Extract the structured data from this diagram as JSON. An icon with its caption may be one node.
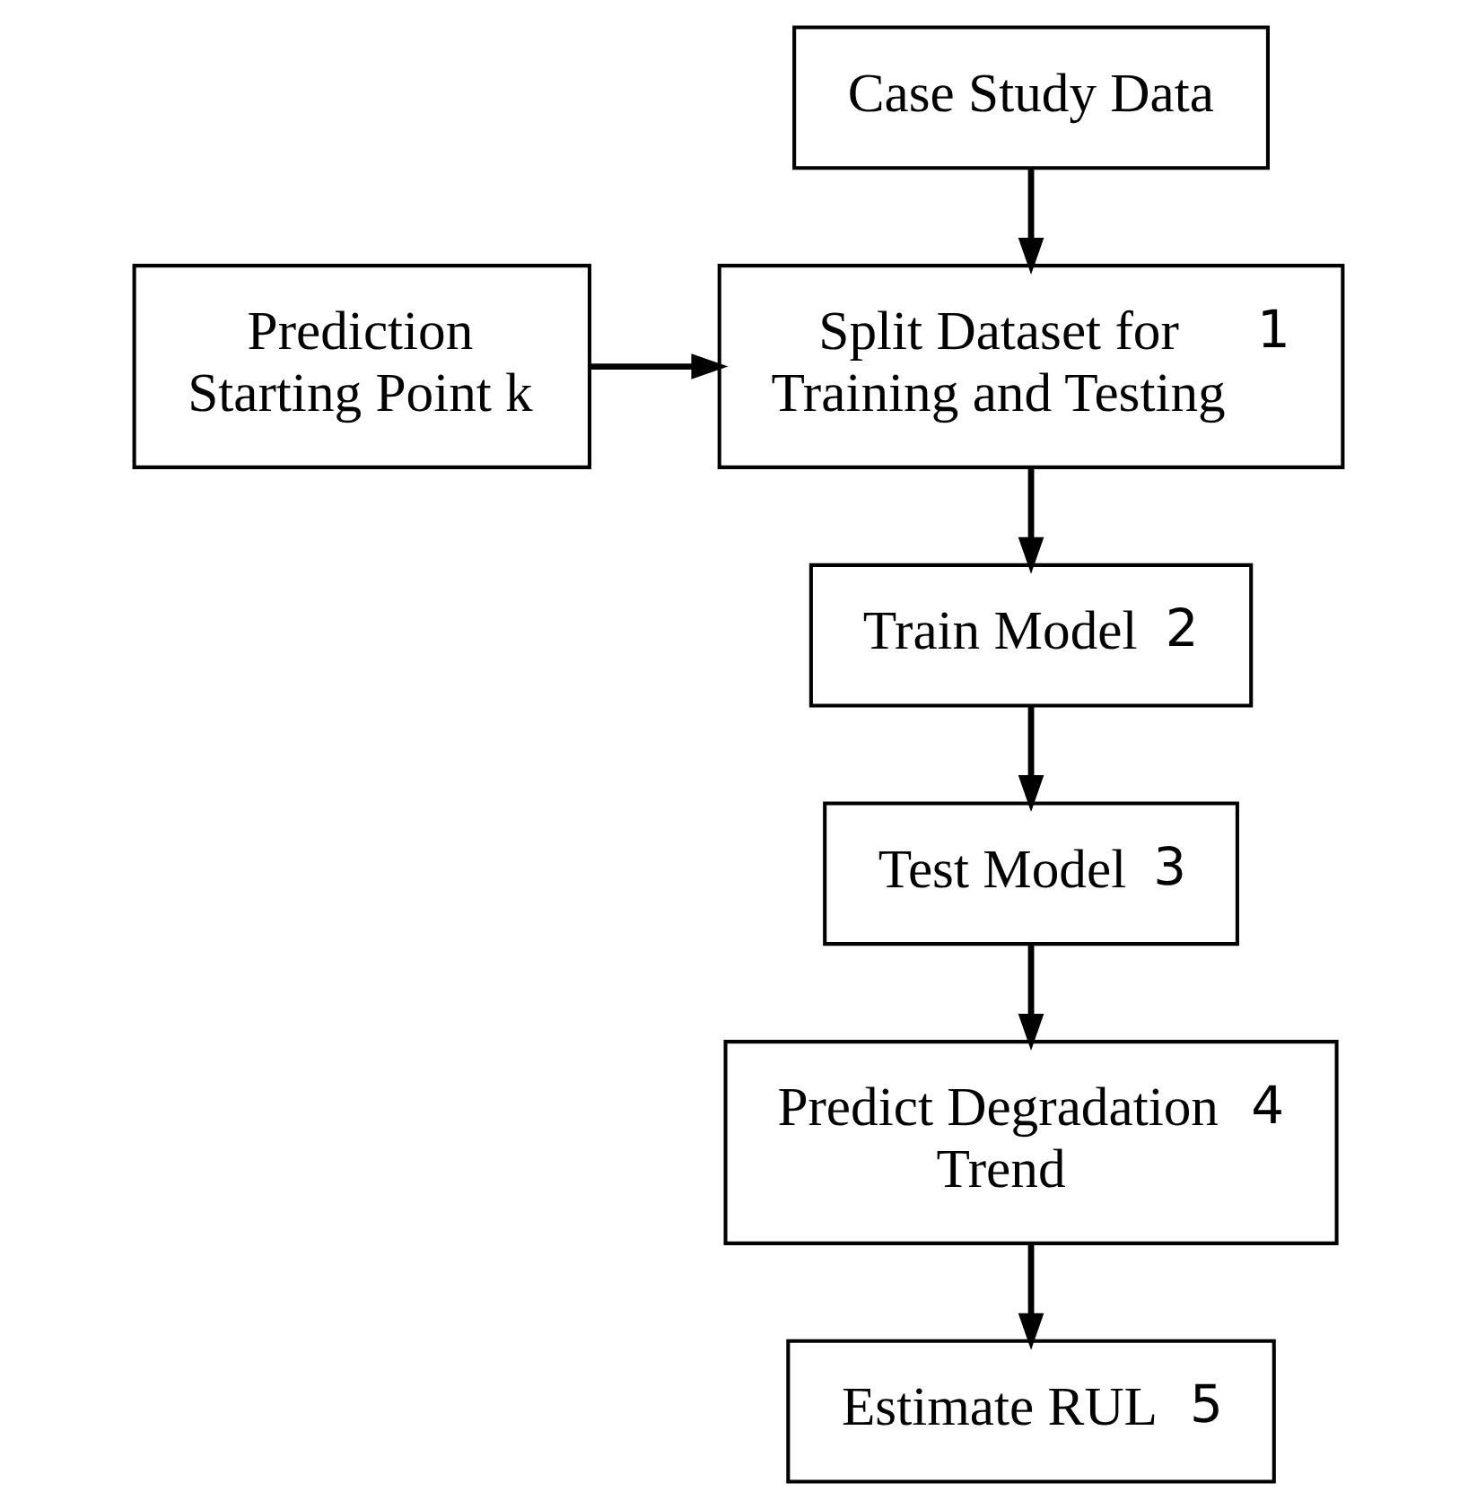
{
  "diagram": {
    "nodes": [
      {
        "text": [
          "Case Study Data"
        ]
      },
      {
        "text": [
          "Prediction Starting Point k"
        ]
      },
      {
        "text": [
          "Split Dataset for Training and Testing",
          "1"
        ]
      },
      {
        "text": [
          "Train Model",
          "2"
        ]
      },
      {
        "text": [
          "Test Model",
          "3"
        ]
      },
      {
        "text": [
          "Predict Degradation Trend",
          "4"
        ]
      },
      {
        "text": [
          "Estimate RUL",
          "5"
        ]
      }
    ],
    "edges": [
      {
        "from": 0,
        "to": 2,
        "arrow": "to"
      },
      {
        "from": 1,
        "to": 2,
        "arrow": "to"
      },
      {
        "from": 2,
        "to": 3,
        "arrow": "to"
      },
      {
        "from": 3,
        "to": 4,
        "arrow": "to"
      },
      {
        "from": 4,
        "to": 5,
        "arrow": "to"
      },
      {
        "from": 5,
        "to": 6,
        "arrow": "to"
      }
    ]
  }
}
